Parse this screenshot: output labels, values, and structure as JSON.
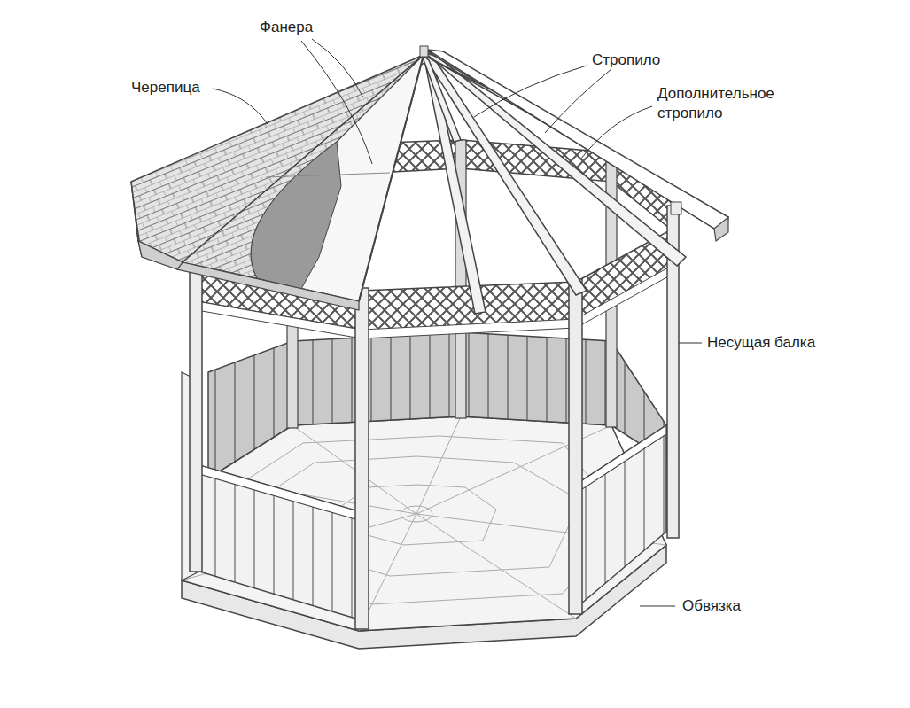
{
  "diagram": {
    "labels": [
      "Фанера",
      "Черепица",
      "Стропило",
      "Дополнительное стропило",
      "Несущая балка",
      "Обвязка"
    ]
  }
}
